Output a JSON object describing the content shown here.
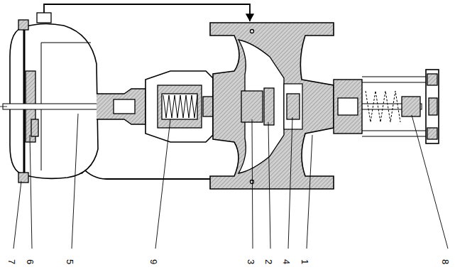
{
  "diagram": {
    "labels": [
      "7",
      "6",
      "5",
      "9",
      "3",
      "2",
      "4",
      "1",
      "8"
    ]
  }
}
